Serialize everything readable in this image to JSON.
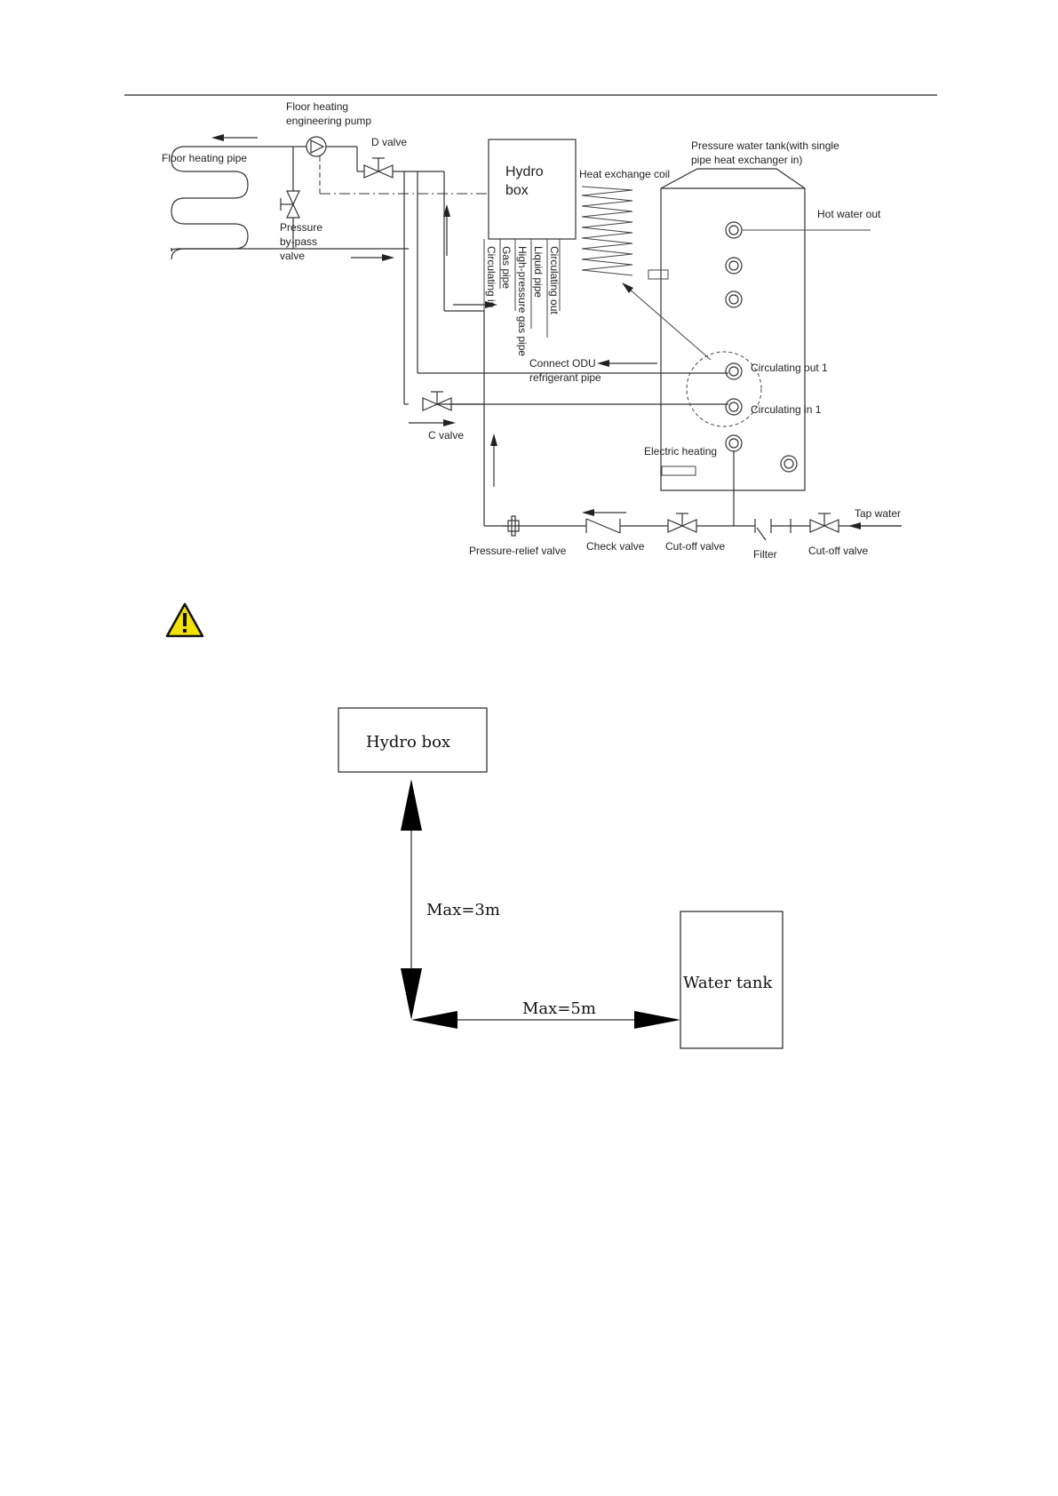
{
  "diagram1": {
    "labels": {
      "floor_heating_engineering_pump": [
        "Floor heating",
        "engineering pump"
      ],
      "d_valve": "D valve",
      "floor_heating_pipe": "Floor heating pipe",
      "hydro_box": [
        "Hydro",
        "box"
      ],
      "heat_exchange_coil": "Heat exchange coil",
      "pressure_water_tank": [
        "Pressure water tank(with single",
        "pipe heat exchanger in)"
      ],
      "hot_water_out": "Hot water out",
      "pressure_bypass_valve": [
        "Pressure",
        "by-pass",
        "valve"
      ],
      "circulating_in": "Circulating in",
      "gas_pipe": "Gas pipe",
      "high_pressure_gas_pipe": "High-pressure gas pipe",
      "liquid_pipe": "Liquid pipe",
      "circulating_out": "Circulating out",
      "connect_odu": [
        "Connect ODU",
        "refrigerant pipe"
      ],
      "circulating_out_1": "Circulating out 1",
      "circulating_in_1": "Circulating in 1",
      "c_valve": "C valve",
      "electric_heating": "Electric heating",
      "tap_water": "Tap water",
      "pressure_relief_valve": "Pressure-relief valve",
      "check_valve": "Check valve",
      "cut_off_valve_1": "Cut-off valve",
      "filter": "Filter",
      "cut_off_valve_2": "Cut-off valve"
    }
  },
  "diagram2": {
    "hydro_box": "Hydro box",
    "water_tank": "Water tank",
    "max_vertical": "Max=3m",
    "max_horizontal": "Max=5m"
  },
  "colors": {
    "line": "#333333",
    "warning_fill": "#f2e205",
    "warning_stroke": "#111111"
  }
}
